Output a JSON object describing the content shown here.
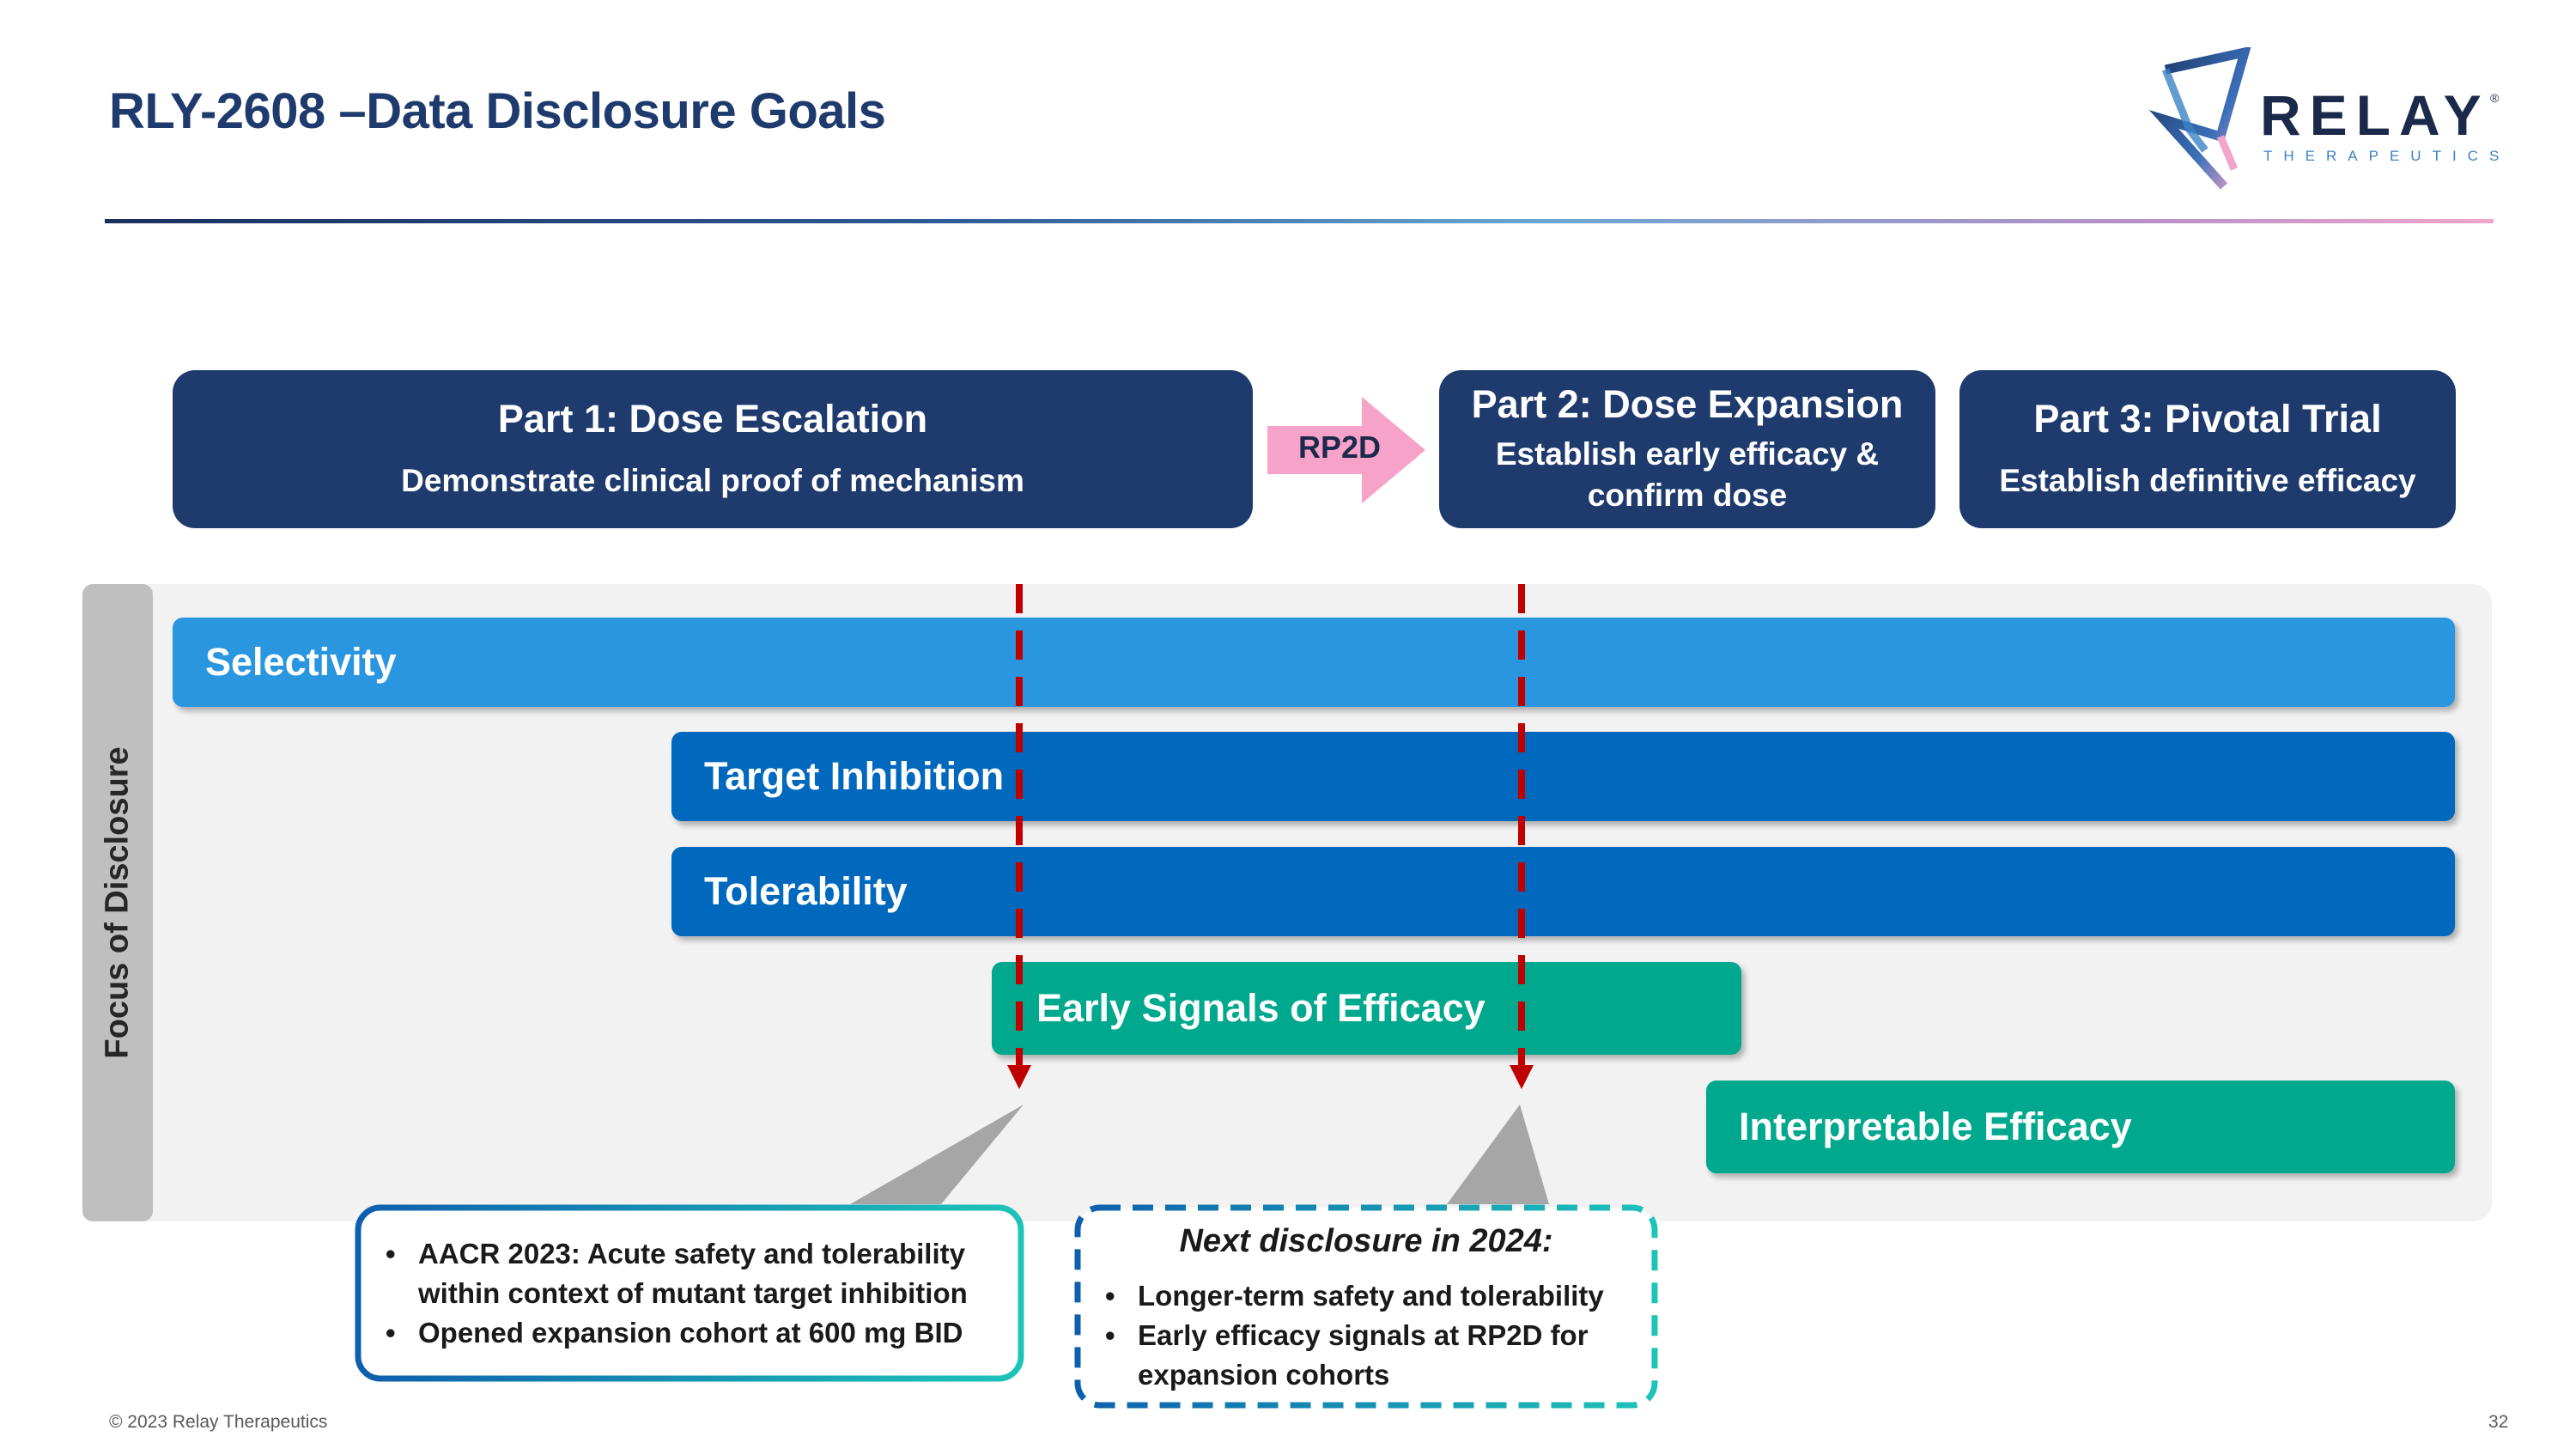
{
  "title": "RLY-2608 –Data Disclosure Goals",
  "logo": {
    "name": "RELAY",
    "registered": "®",
    "subtitle": "THERAPEUTICS",
    "colors": [
      "#1f3b6e",
      "#3b83c5",
      "#f0a6cb"
    ]
  },
  "phases": [
    {
      "title": "Part 1: Dose Escalation",
      "subtitle": "Demonstrate clinical proof of mechanism"
    },
    {
      "title": "Part 2: Dose Expansion",
      "subtitle": "Establish early efficacy & confirm dose"
    },
    {
      "title": "Part 3: Pivotal Trial",
      "subtitle": "Establish definitive efficacy"
    }
  ],
  "transition": {
    "label": "RP2D",
    "color": "#f7a3c9"
  },
  "focus": {
    "label": "Focus of Disclosure",
    "bars": [
      {
        "label": "Selectivity",
        "color": "#2a96df"
      },
      {
        "label": "Target Inhibition",
        "color": "#0069bd"
      },
      {
        "label": "Tolerability",
        "color": "#0069bd"
      },
      {
        "label": "Early Signals of Efficacy",
        "color": "#00a88e"
      },
      {
        "label": "Interpretable Efficacy",
        "color": "#00a88e"
      }
    ],
    "milestone_color": "#c00000"
  },
  "callouts": [
    {
      "heading": "",
      "bullets": [
        "AACR 2023: Acute safety and tolerability within context of mutant target inhibition",
        "Opened expansion cohort at 600 mg BID"
      ]
    },
    {
      "heading": "Next disclosure in 2024:",
      "bullets": [
        "Longer-term safety and tolerability",
        "Early efficacy signals at RP2D for expansion cohorts"
      ]
    }
  ],
  "footer": {
    "copyright": "© 2023 Relay Therapeutics",
    "page": "32"
  }
}
